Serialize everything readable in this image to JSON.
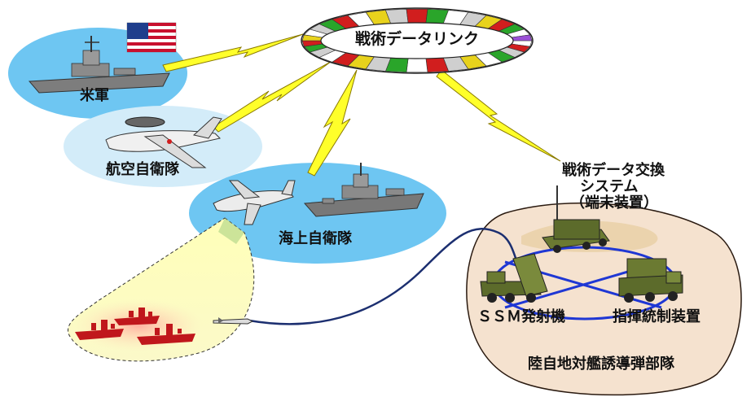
{
  "labels": {
    "datalink": "戦術データリンク",
    "us_forces": "米軍",
    "air_sdf": "航空自衛隊",
    "maritime_sdf": "海上自衛隊",
    "terminal_line1": "戦術データ交換",
    "terminal_line2": "システム",
    "terminal_line3": "（端末装置）",
    "ssm_launcher": "ＳＳＭ発射機",
    "command_control": "指揮統制装置",
    "gsdf_unit": "陸自地対艦誘導弾部隊"
  },
  "colors": {
    "ellipse_blue": "#6ec6f2",
    "ellipse_light_blue": "#d3ecf9",
    "ground_area": "#f5e2cf",
    "lightning": "#ffff2a",
    "missile_path": "#1c2f70",
    "vehicle_green": "#5c6b2b",
    "network_ring": "#1f37d4",
    "sensor_cone": "#fbf9c9",
    "enemy_ships": "#c0171c"
  },
  "ring_segment_colors": [
    "#ffffff",
    "#d11e1e",
    "#cfcfcf",
    "#2aa52a",
    "#ffffff",
    "#e8d21c",
    "#cfcfcf",
    "#d11e1e",
    "#ffffff",
    "#2aa52a",
    "#cfcfcf",
    "#e8d21c",
    "#d11e1e",
    "#ffffff",
    "#cfcfcf",
    "#2aa52a",
    "#d11e1e",
    "#e8d21c",
    "#ffffff",
    "#cfcfcf",
    "#2aa52a",
    "#d11e1e",
    "#ffffff",
    "#e8d21c",
    "#cfcfcf",
    "#d11e1e",
    "#2aa52a",
    "#ffffff",
    "#cfcfcf",
    "#e8d21c",
    "#d11e1e",
    "#2aa52a",
    "#ffffff",
    "#9b4fd6"
  ]
}
